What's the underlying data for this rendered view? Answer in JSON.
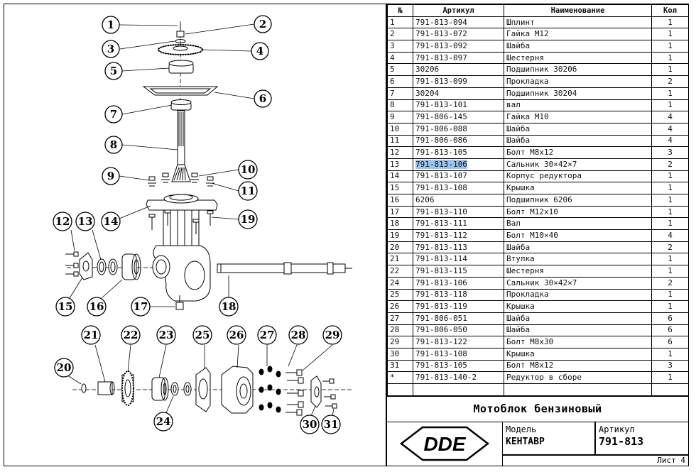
{
  "table": {
    "headers": {
      "num": "№",
      "article": "Артикул",
      "name": "Наименование",
      "qty": "Кол"
    },
    "rows": [
      [
        "1",
        "791-813-094",
        "Шплинт",
        "1"
      ],
      [
        "2",
        "791-813-072",
        "Гайка М12",
        "1"
      ],
      [
        "3",
        "791-813-092",
        "Шайба",
        "1"
      ],
      [
        "4",
        "791-813-097",
        "Шестерня",
        "1"
      ],
      [
        "5",
        "30206",
        "Подшипник 30206",
        "1"
      ],
      [
        "6",
        "791-813-099",
        "Прокладка",
        "2"
      ],
      [
        "7",
        "30204",
        "Подшипник 30204",
        "1"
      ],
      [
        "8",
        "791-813-101",
        "вал",
        "1"
      ],
      [
        "9",
        "791-806-145",
        "Гайка М10",
        "4"
      ],
      [
        "10",
        "791-806-088",
        "Шайба",
        "4"
      ],
      [
        "11",
        "791-806-086",
        "Шайба",
        "4"
      ],
      [
        "12",
        "791-813-105",
        "Болт М8х12",
        "3"
      ],
      [
        "13",
        "791-813-106",
        "Сальник 30×42×7",
        "2"
      ],
      [
        "14",
        "791-813-107",
        "Корпус редуктора",
        "1"
      ],
      [
        "15",
        "791-813-108",
        "Крышка",
        "1"
      ],
      [
        "16",
        "6206",
        "Подшипник 6206",
        "1"
      ],
      [
        "17",
        "791-813-110",
        "Болт М12х10",
        "1"
      ],
      [
        "18",
        "791-813-111",
        "Вал",
        "1"
      ],
      [
        "19",
        "791-813-112",
        "Болт М10×40",
        "4"
      ],
      [
        "20",
        "791-813-113",
        "Шайба",
        "2"
      ],
      [
        "21",
        "791-813-114",
        "Втулка",
        "1"
      ],
      [
        "22",
        "791-813-115",
        "Шестерня",
        "1"
      ],
      [
        "24",
        "791-813-106",
        "Сальник 30×42×7",
        "2"
      ],
      [
        "25",
        "791-813-118",
        "Прокладка",
        "1"
      ],
      [
        "26",
        "791-813-119",
        "Крышка",
        "1"
      ],
      [
        "27",
        "791-806-051",
        "Шайба",
        "6"
      ],
      [
        "28",
        "791-806-050",
        "Шайба",
        "6"
      ],
      [
        "29",
        "791-813-122",
        "Болт М8х30",
        "6"
      ],
      [
        "30",
        "791-813-108",
        "Крышка",
        "1"
      ],
      [
        "31",
        "791-813-105",
        "Болт М8х12",
        "3"
      ],
      [
        "*",
        "791-813-140-2",
        "Редуктор в сборе",
        "1"
      ],
      [
        "",
        "",
        "",
        ""
      ]
    ],
    "highlighted_row": 12,
    "highlight_color": "#9fc3ea"
  },
  "title_block": {
    "title": "Мотоблок бензиновый",
    "logo": "DDE",
    "model_label": "Модель",
    "model_value": "КЕНТАВР",
    "article_label": "Артикул",
    "article_value": "791-813",
    "sheet": "Лист 4"
  },
  "callouts": [
    "1",
    "2",
    "3",
    "4",
    "5",
    "6",
    "7",
    "8",
    "9",
    "10",
    "11",
    "12",
    "13",
    "14",
    "15",
    "16",
    "17",
    "18",
    "19",
    "20",
    "21",
    "22",
    "23",
    "24",
    "25",
    "26",
    "27",
    "28",
    "29",
    "30",
    "31"
  ]
}
